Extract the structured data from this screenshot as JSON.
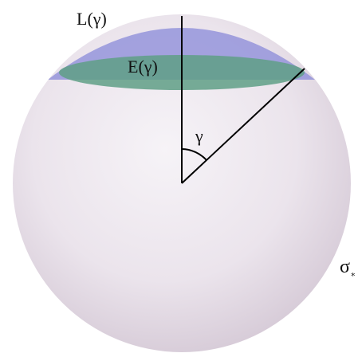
{
  "labels": {
    "lens_label": "L(γ)",
    "cap_label": "E(γ)",
    "angle_label": "γ",
    "sphere_label": "σ",
    "sphere_label_sub": "*"
  },
  "colors": {
    "sphere_light": "#f3eff3",
    "sphere_mid": "#e6dde6",
    "sphere_edge": "#c8bdc8",
    "lens_blue": "#8a8ad8",
    "cap_green": "#5f9f86",
    "lines": "#000000"
  }
}
